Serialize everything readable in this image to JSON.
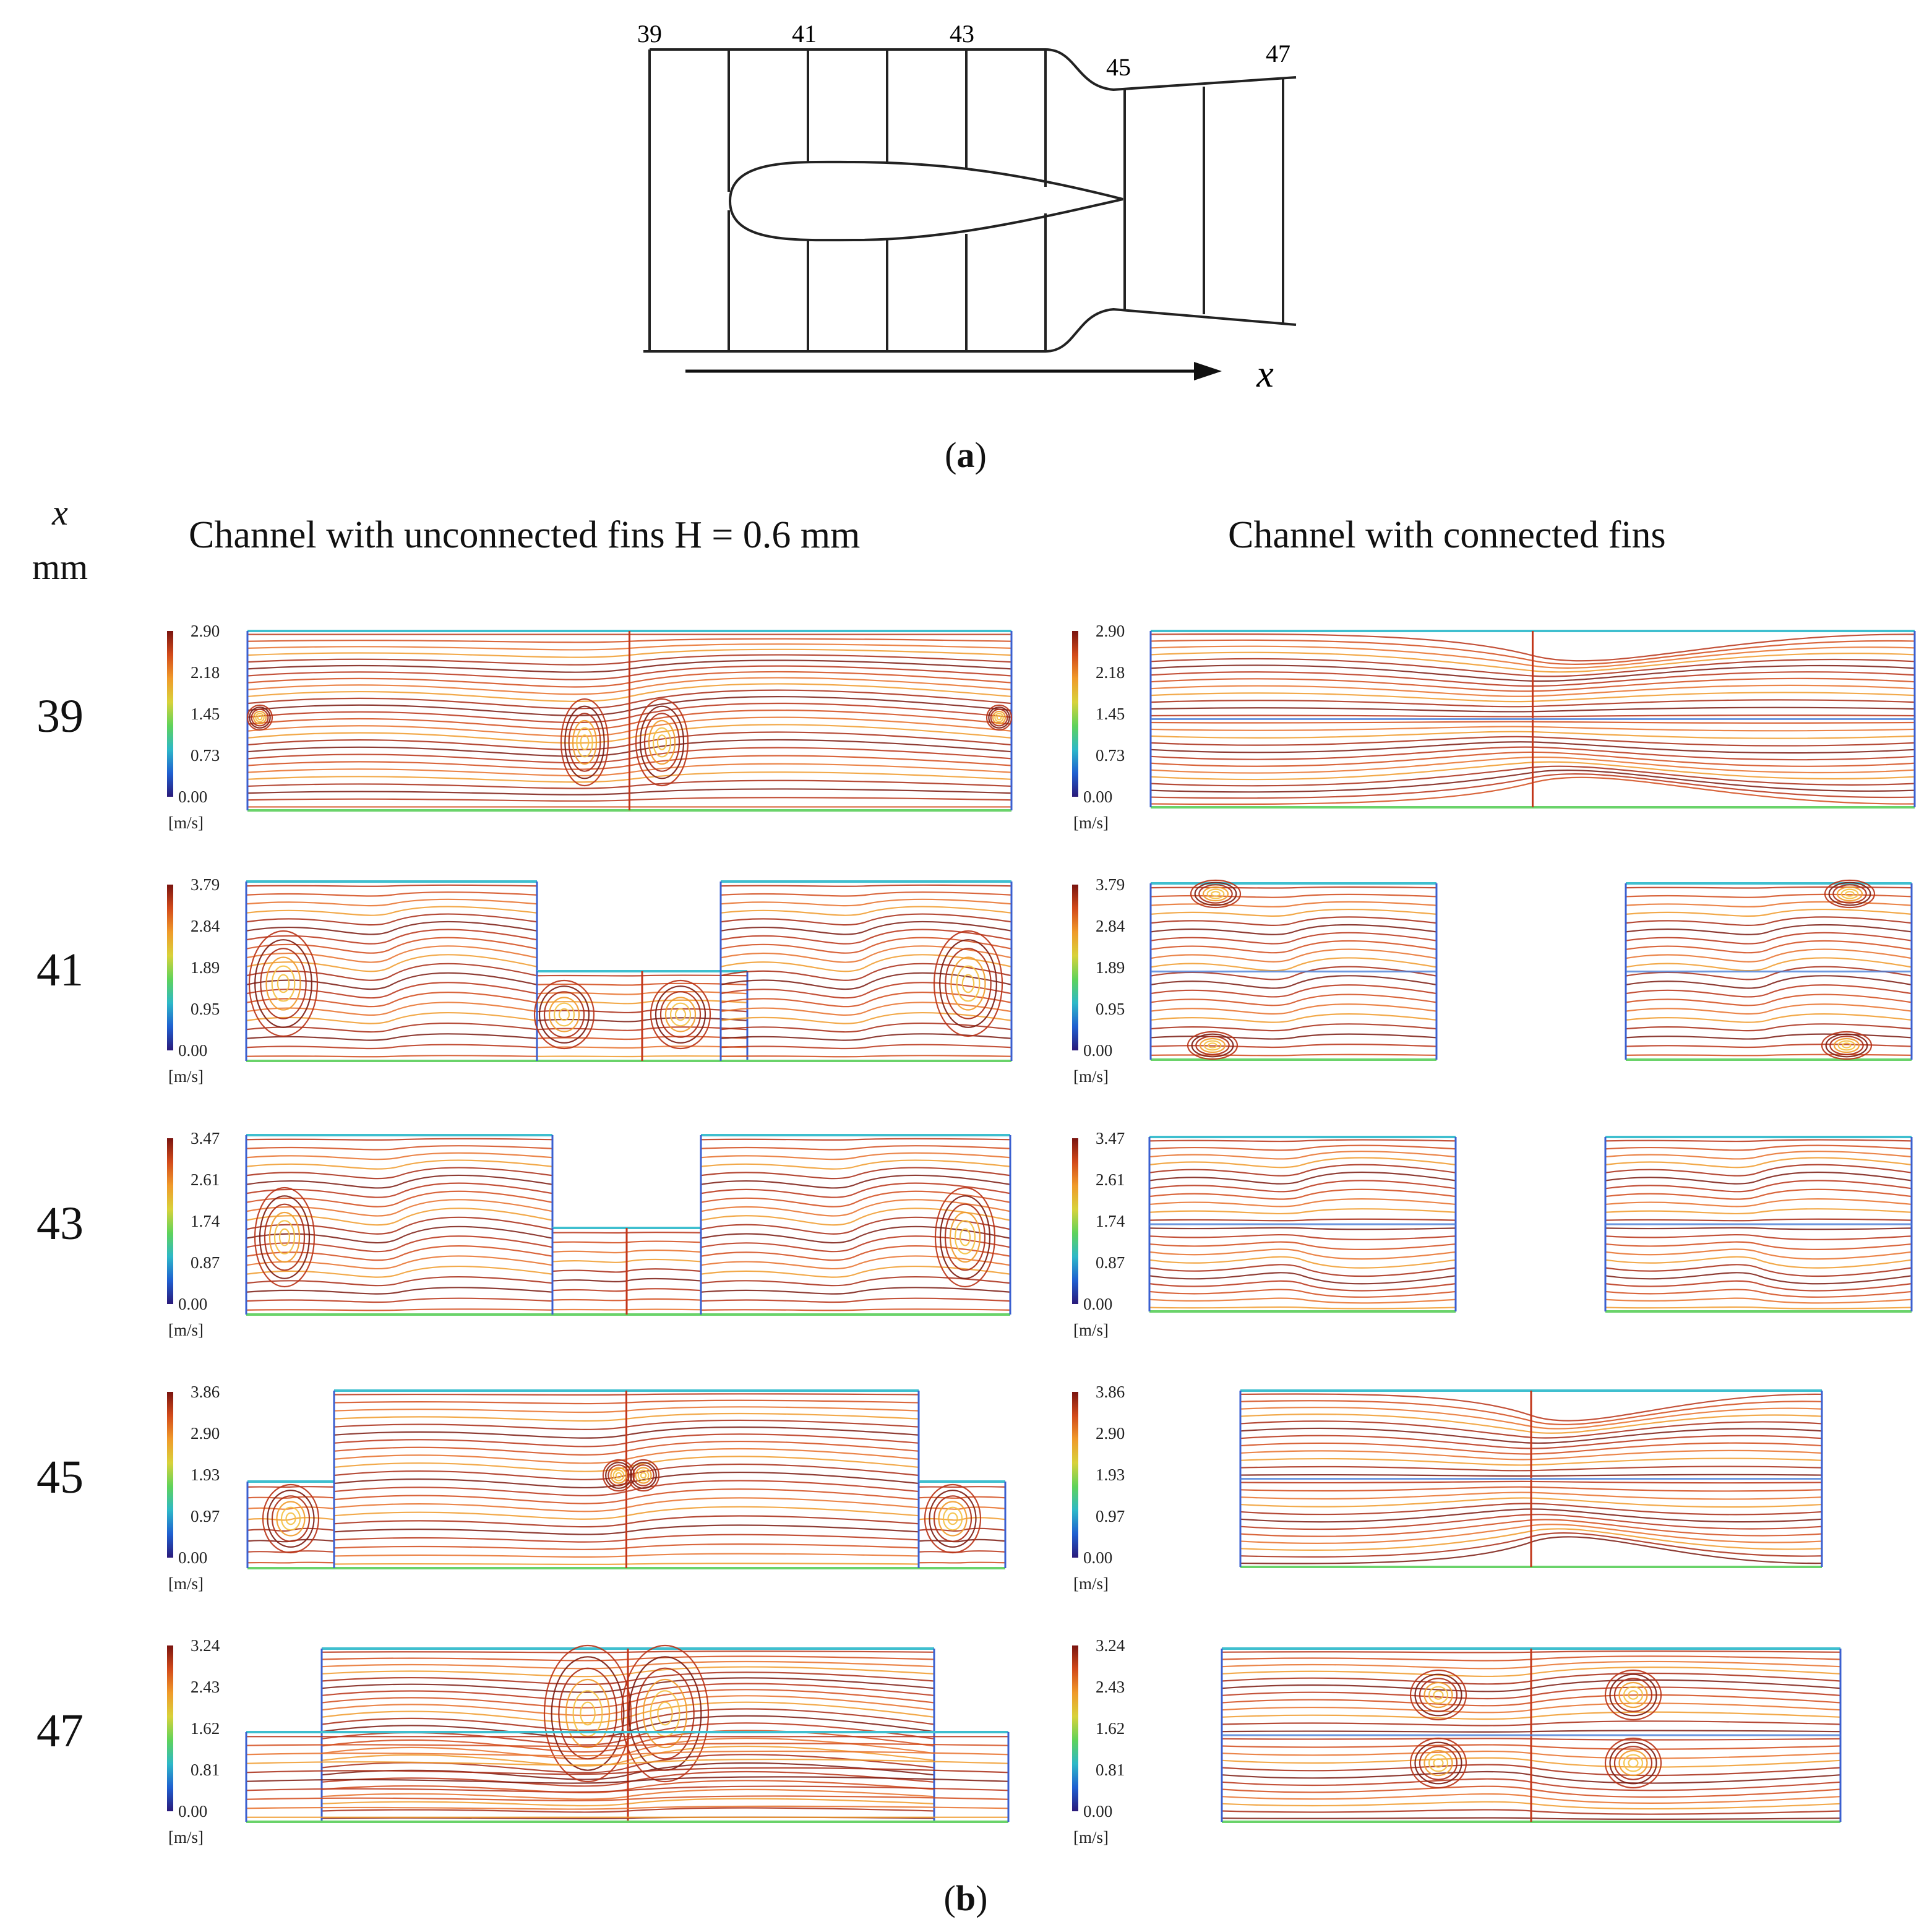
{
  "schematic": {
    "section_labels": [
      "39",
      "41",
      "43",
      "45",
      "47"
    ],
    "axis_label": "x",
    "caption_letter": "a"
  },
  "main": {
    "x_header": "x",
    "unit_header": "mm",
    "left_title": "Channel with unconnected fins H = 0.6 mm",
    "right_title": "Channel with connected fins",
    "caption_letter": "b",
    "colormap": [
      "#2a1a7a",
      "#1f5fd0",
      "#2db8c8",
      "#5fd35a",
      "#d8d23a",
      "#f09a2a",
      "#d24a1a",
      "#7a1410"
    ],
    "rows": [
      {
        "x": "39",
        "ticks": [
          "2.90",
          "2.18",
          "1.45",
          "0.73",
          "0.00"
        ],
        "unit": "[m/s]"
      },
      {
        "x": "41",
        "ticks": [
          "3.79",
          "2.84",
          "1.89",
          "0.95",
          "0.00"
        ],
        "unit": "[m/s]"
      },
      {
        "x": "43",
        "ticks": [
          "3.47",
          "2.61",
          "1.74",
          "0.87",
          "0.00"
        ],
        "unit": "[m/s]"
      },
      {
        "x": "45",
        "ticks": [
          "3.86",
          "2.90",
          "1.93",
          "0.97",
          "0.00"
        ],
        "unit": "[m/s]"
      },
      {
        "x": "47",
        "ticks": [
          "3.24",
          "2.43",
          "1.62",
          "0.81",
          "0.00"
        ],
        "unit": "[m/s]"
      }
    ]
  }
}
